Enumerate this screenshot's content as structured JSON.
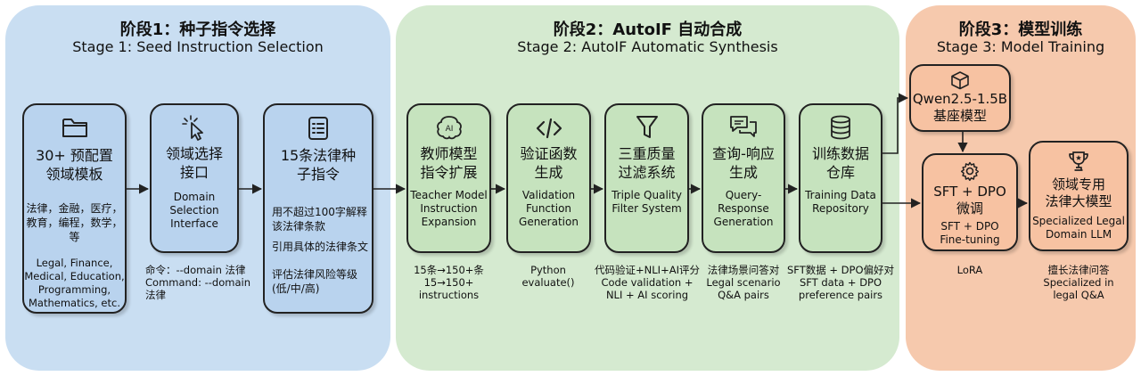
{
  "stage1": {
    "title": "阶段1：种子指令选择",
    "subtitle": "Stage 1: Seed Instruction Selection",
    "box1": {
      "icon": "folder-icon",
      "title": "30+ 预配置\n领域模板",
      "domains_zh": "法律，金融，医疗，\n教育，编程，数学，\n等",
      "domains_en": "Legal, Finance,\nMedical, Education,\nProgramming,\nMathematics, etc."
    },
    "box2": {
      "icon": "cursor-click-icon",
      "title": "领域选择\n接口",
      "title_en": "Domain\nSelection\nInterface",
      "command": "命令：--domain 法律\nCommand: --domain\n法律"
    },
    "box3": {
      "icon": "list-icon",
      "title": "15条法律种\n子指令",
      "item1": "用不超过100字解释\n该法律条款",
      "item2": "引用具体的法律条文",
      "item3": "评估法律风险等级\n(低/中/高)"
    }
  },
  "stage2": {
    "title": "阶段2：AutoIF 自动合成",
    "subtitle": "Stage 2: AutoIF Automatic Synthesis",
    "box1": {
      "icon": "ai-brain-icon",
      "title": "教师模型\n指令扩展",
      "title_en": "Teacher Model\nInstruction\nExpansion",
      "note": "15条→150+条\n15→150+\ninstructions"
    },
    "box2": {
      "icon": "code-icon",
      "title": "验证函数\n生成",
      "title_en": "Validation\nFunction\nGeneration",
      "note": "Python\nevaluate()"
    },
    "box3": {
      "icon": "filter-icon",
      "title": "三重质量\n过滤系统",
      "title_en": "Triple Quality\nFilter System",
      "note": "代码验证+NLI+AI评分\nCode validation +\nNLI + AI scoring"
    },
    "box4": {
      "icon": "chat-icon",
      "title": "查询-响应\n生成",
      "title_en": "Query-\nResponse\nGeneration",
      "note": "法律场景问答对\nLegal scenario\nQ&A pairs"
    },
    "box5": {
      "icon": "database-icon",
      "title": "训练数据\n仓库",
      "title_en": "Training Data\nRepository",
      "note": "SFT数据 + DPO偏好对\nSFT data + DPO\npreference pairs"
    }
  },
  "stage3": {
    "title": "阶段3：模型训练",
    "subtitle": "Stage 3: Model Training",
    "box1": {
      "icon": "cube-icon",
      "title": "Qwen2.5-1.5B\n基座模型"
    },
    "box2": {
      "icon": "gear-icon",
      "title": "SFT + DPO\n微调",
      "title_en": "SFT + DPO\nFine-tuning",
      "note": "LoRA"
    },
    "box3": {
      "icon": "trophy-icon",
      "title": "领域专用\n法律大模型",
      "title_en": "Specialized Legal\nDomain LLM",
      "note": "擅长法律问答\nSpecialized in\nlegal Q&A"
    }
  },
  "colors": {
    "stage1_bg": "#c9def2",
    "stage1_box": "#b9d3ee",
    "stage2_bg": "#d5ead0",
    "stage2_box": "#c6e3be",
    "stage3_bg": "#f6c9ad",
    "stage3_box": "#f7c2a2"
  }
}
